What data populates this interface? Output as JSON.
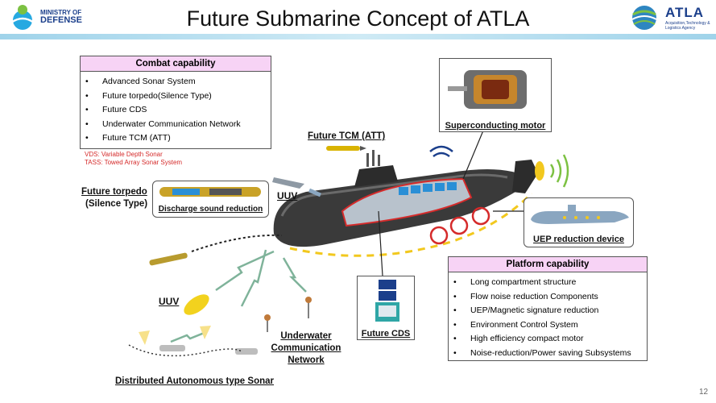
{
  "header": {
    "title": "Future Submarine Concept of ATLA",
    "mod_line1": "MINISTRY OF",
    "mod_line2": "DEFENSE",
    "atla_name": "ATLA",
    "atla_sub1": "Acquisition,Technology &",
    "atla_sub2": "Logistics Agency"
  },
  "combat": {
    "heading": "Combat capability",
    "items": [
      "Advanced Sonar System",
      "Future torpedo(Silence Type)",
      "Future CDS",
      "Underwater Communication Network",
      "Future TCM (ATT)"
    ],
    "note1": "VDS: Variable Depth Sonar",
    "note2": "TASS: Towed Array Sonar System"
  },
  "platform": {
    "heading": "Platform capability",
    "items": [
      "Long compartment structure",
      "Flow noise reduction Components",
      "UEP/Magnetic signature reduction",
      "Environment Control System",
      "High efficiency compact motor",
      "Noise-reduction/Power saving Subsystems"
    ]
  },
  "labels": {
    "future_tcm": "Future TCM (ATT)",
    "superconducting_motor": "Superconducting motor",
    "future_torpedo_1": "Future torpedo",
    "future_torpedo_2": "(Silence Type)",
    "discharge": "Discharge sound reduction",
    "uuv_top": "UUV",
    "uuv_bottom": "UUV",
    "uep_device": "UEP reduction device",
    "future_cds": "Future CDS",
    "uw_comm_1": "Underwater",
    "uw_comm_2": "Communication",
    "uw_comm_3": "Network",
    "sonar": "Distributed Autonomous type Sonar"
  },
  "page_number": "12",
  "colors": {
    "box_header": "#f7d3f5",
    "header_bar": "#9fd3ea",
    "hull": "#3a3a3a",
    "accent_red": "#d52b2b",
    "accent_yellow": "#f2c81e",
    "navy": "#1b3f8b"
  }
}
